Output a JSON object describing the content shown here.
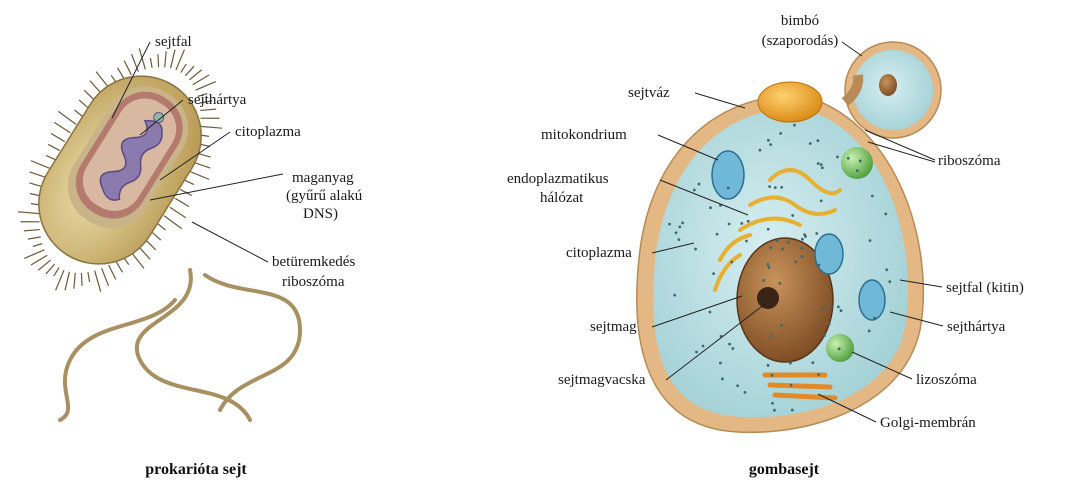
{
  "prokaryote": {
    "caption": "prokarióta sejt",
    "labels": {
      "cell_wall": "sejtfal",
      "membrane": "sejthártya",
      "cytoplasm": "citoplazma",
      "nucleoid_1": "maganyag",
      "nucleoid_2": "(gyűrű alakú",
      "nucleoid_3": "DNS)",
      "inclusion": "betüremkedés",
      "ribosome": "riboszóma"
    }
  },
  "fungal": {
    "caption": "gombasejt",
    "labels": {
      "bud_1": "bimbó",
      "bud_2": "(szaporodás)",
      "cytoskeleton": "sejtváz",
      "mitochondrion": "mitokondrium",
      "er_1": "endoplazmatikus",
      "er_2": "hálózat",
      "cytoplasm": "citoplazma",
      "nucleus": "sejtmag",
      "nucleolus": "sejtmagvacska",
      "ribosome": "riboszóma",
      "cell_wall": "sejtfal (kitin)",
      "membrane": "sejthártya",
      "lysosome": "lizoszóma",
      "golgi": "Golgi-membrán"
    }
  },
  "colors": {
    "bacterium_body": "#d9c48a",
    "bacterium_inner": "#b57a6e",
    "dna": "#7a6a9e",
    "cell_wall": "#e8c89a",
    "cytoplasm": "#bfe0e2",
    "nucleus": "#9c6a3e",
    "bud_vacuole": "#f0a020",
    "mito": "#6fb8d8",
    "lysosome": "#7cc86a",
    "er": "#f0c040",
    "golgi": "#e08a2a"
  }
}
